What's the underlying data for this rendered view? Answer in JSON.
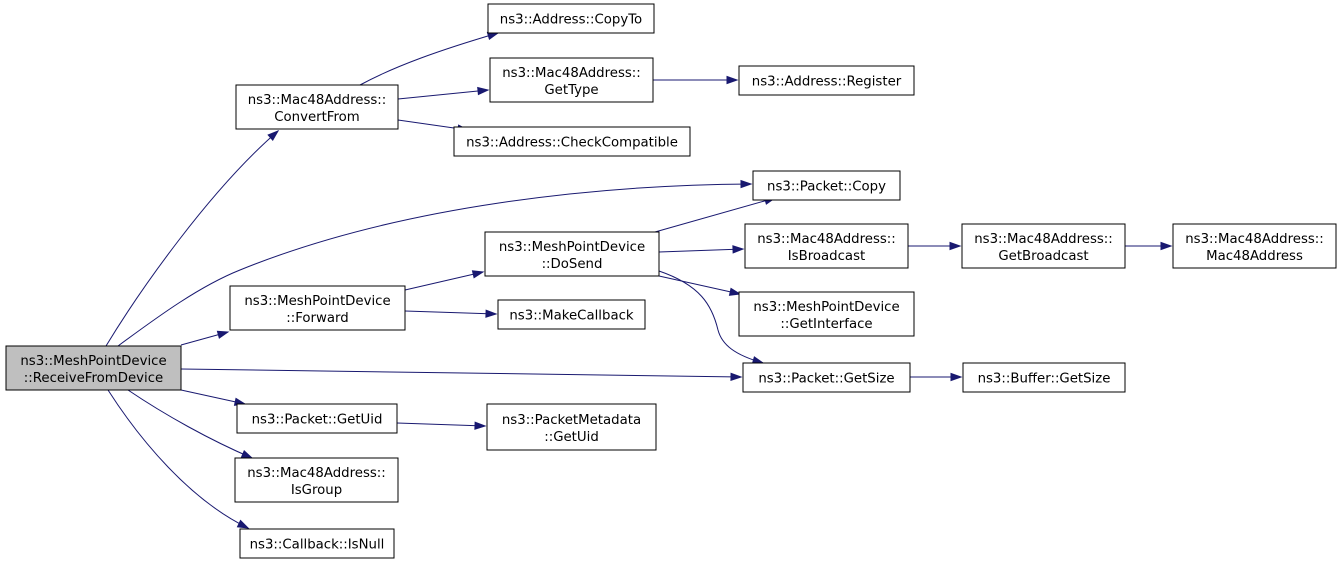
{
  "graph": {
    "nodes": {
      "root": {
        "lines": [
          "ns3::MeshPointDevice",
          "::ReceiveFromDevice"
        ],
        "highlighted": true
      },
      "convertFrom": {
        "lines": [
          "ns3::Mac48Address::",
          "ConvertFrom"
        ]
      },
      "copyTo": {
        "lines": [
          "ns3::Address::CopyTo"
        ]
      },
      "getType": {
        "lines": [
          "ns3::Mac48Address::",
          "GetType"
        ]
      },
      "register": {
        "lines": [
          "ns3::Address::Register"
        ]
      },
      "checkCompatible": {
        "lines": [
          "ns3::Address::CheckCompatible"
        ]
      },
      "packetCopy": {
        "lines": [
          "ns3::Packet::Copy"
        ]
      },
      "forward": {
        "lines": [
          "ns3::MeshPointDevice",
          "::Forward"
        ]
      },
      "doSend": {
        "lines": [
          "ns3::MeshPointDevice",
          "::DoSend"
        ]
      },
      "makeCallback": {
        "lines": [
          "ns3::MakeCallback"
        ]
      },
      "isBroadcast": {
        "lines": [
          "ns3::Mac48Address::",
          "IsBroadcast"
        ]
      },
      "getBroadcast": {
        "lines": [
          "ns3::Mac48Address::",
          "GetBroadcast"
        ]
      },
      "mac48Address": {
        "lines": [
          "ns3::Mac48Address::",
          "Mac48Address"
        ]
      },
      "getInterface": {
        "lines": [
          "ns3::MeshPointDevice",
          "::GetInterface"
        ]
      },
      "getSize": {
        "lines": [
          "ns3::Packet::GetSize"
        ]
      },
      "bufferGetSize": {
        "lines": [
          "ns3::Buffer::GetSize"
        ]
      },
      "getUid": {
        "lines": [
          "ns3::Packet::GetUid"
        ]
      },
      "metadataGetUid": {
        "lines": [
          "ns3::PacketMetadata",
          "::GetUid"
        ]
      },
      "isGroup": {
        "lines": [
          "ns3::Mac48Address::",
          "IsGroup"
        ]
      },
      "isNull": {
        "lines": [
          "ns3::Callback::IsNull"
        ]
      }
    },
    "edges": [
      {
        "from": "root",
        "to": "convertFrom"
      },
      {
        "from": "root",
        "to": "packetCopy"
      },
      {
        "from": "root",
        "to": "forward"
      },
      {
        "from": "root",
        "to": "getSize"
      },
      {
        "from": "root",
        "to": "getUid"
      },
      {
        "from": "root",
        "to": "isGroup"
      },
      {
        "from": "root",
        "to": "isNull"
      },
      {
        "from": "convertFrom",
        "to": "copyTo"
      },
      {
        "from": "convertFrom",
        "to": "getType"
      },
      {
        "from": "convertFrom",
        "to": "checkCompatible"
      },
      {
        "from": "getType",
        "to": "register"
      },
      {
        "from": "forward",
        "to": "doSend"
      },
      {
        "from": "forward",
        "to": "makeCallback"
      },
      {
        "from": "doSend",
        "to": "packetCopy"
      },
      {
        "from": "doSend",
        "to": "isBroadcast"
      },
      {
        "from": "doSend",
        "to": "getInterface"
      },
      {
        "from": "doSend",
        "to": "getSize"
      },
      {
        "from": "isBroadcast",
        "to": "getBroadcast"
      },
      {
        "from": "getBroadcast",
        "to": "mac48Address"
      },
      {
        "from": "getSize",
        "to": "bufferGetSize"
      },
      {
        "from": "getUid",
        "to": "metadataGetUid"
      }
    ]
  }
}
